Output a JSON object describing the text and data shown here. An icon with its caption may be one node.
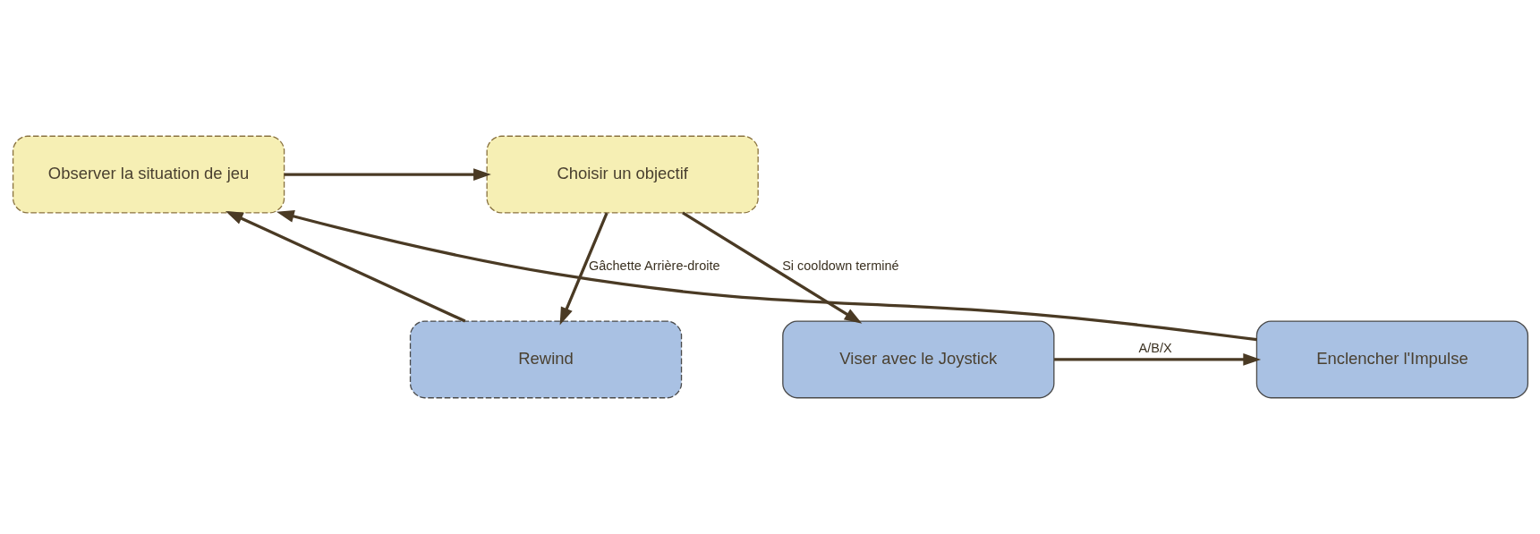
{
  "diagram": {
    "nodes": [
      {
        "text": [
          "Observer la situation de jeu"
        ]
      },
      {
        "text": [
          "Choisir un objectif"
        ]
      },
      {
        "text": [
          "Enclencher l'Impulse"
        ]
      },
      {
        "text": [
          "Viser avec le Joystick"
        ]
      },
      {
        "text": [
          "Rewind"
        ]
      }
    ],
    "edges": [
      {
        "from": 0,
        "to": 1,
        "arrow": "to"
      },
      {
        "from": 1,
        "to": 3,
        "arrow": "to",
        "label": "Si cooldown terminé"
      },
      {
        "from": 3,
        "to": 2,
        "arrow": "to",
        "label": "A/B/X"
      },
      {
        "from": 2,
        "to": 0,
        "arrow": "to"
      },
      {
        "from": 1,
        "to": 4,
        "arrow": "to",
        "label": "Gâchette Arrière-droite"
      },
      {
        "from": 4,
        "to": 0,
        "arrow": "to"
      }
    ]
  }
}
